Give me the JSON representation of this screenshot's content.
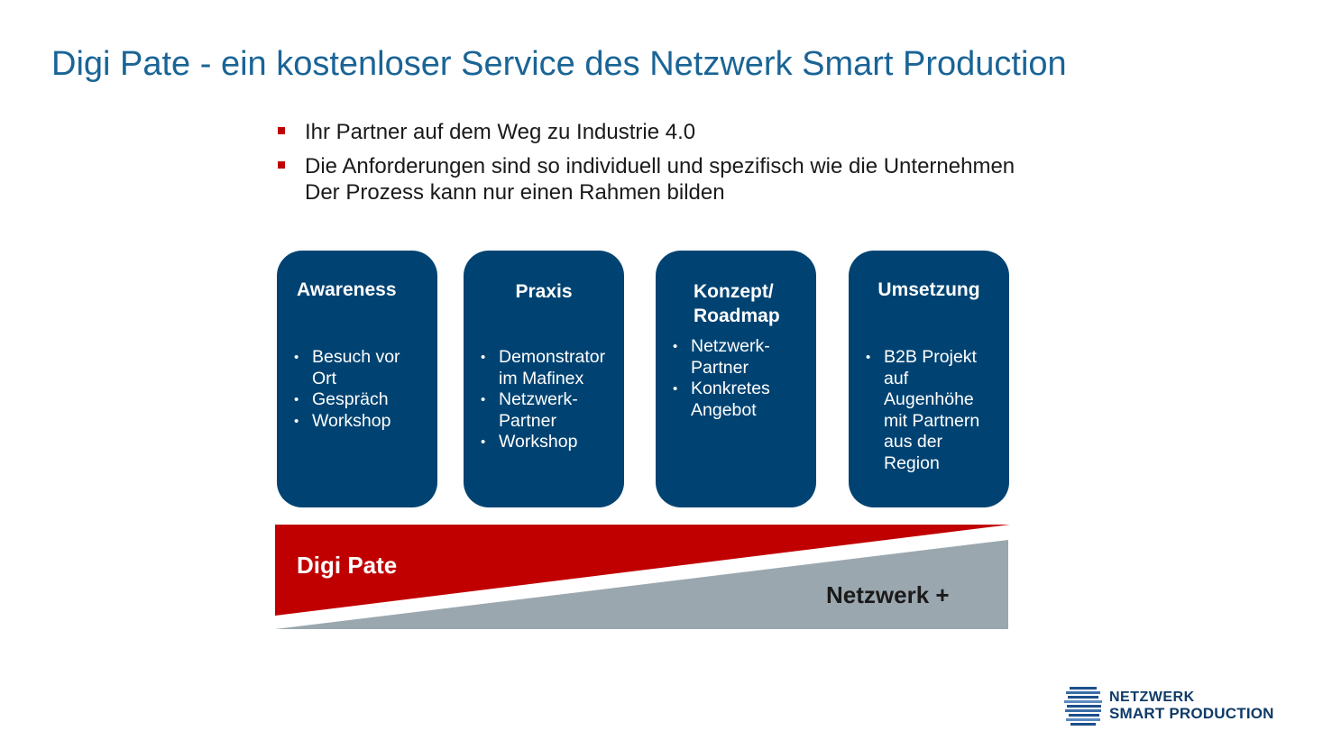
{
  "title": "Digi Pate - ein kostenloser Service des Netzwerk Smart Production",
  "bullets": [
    {
      "lines": [
        "Ihr Partner auf dem Weg zu Industrie 4.0"
      ]
    },
    {
      "lines": [
        "Die Anforderungen sind so individuell und spezifisch wie die Unternehmen",
        "Der Prozess kann nur einen Rahmen bilden"
      ]
    }
  ],
  "cards": [
    {
      "title_lines": [
        "Awareness"
      ],
      "items": [
        [
          "Besuch vor",
          "Ort"
        ],
        [
          "Gespräch"
        ],
        [
          "Workshop"
        ]
      ]
    },
    {
      "title_lines": [
        "Praxis"
      ],
      "items": [
        [
          "Demonstrator",
          "im Mafinex"
        ],
        [
          "Netzwerk-",
          "Partner"
        ],
        [
          "Workshop"
        ]
      ]
    },
    {
      "title_lines": [
        "Konzept/",
        "Roadmap"
      ],
      "items": [
        [
          "Netzwerk-",
          "Partner"
        ],
        [
          "Konkretes",
          "Angebot"
        ]
      ]
    },
    {
      "title_lines": [
        "Umsetzung"
      ],
      "items": [
        [
          "B2B Projekt",
          "auf",
          "Augenhöhe",
          "mit Partnern",
          "aus der",
          "Region"
        ]
      ]
    }
  ],
  "bands": {
    "digi_pate": "Digi Pate",
    "netzwerk": "Netzwerk +"
  },
  "logo": {
    "line1": "NETZWERK",
    "line2": "SMART PRODUCTION"
  },
  "colors": {
    "title": "#1a6496",
    "card": "#004372",
    "red": "#c00000",
    "gray": "#9ba7af"
  }
}
